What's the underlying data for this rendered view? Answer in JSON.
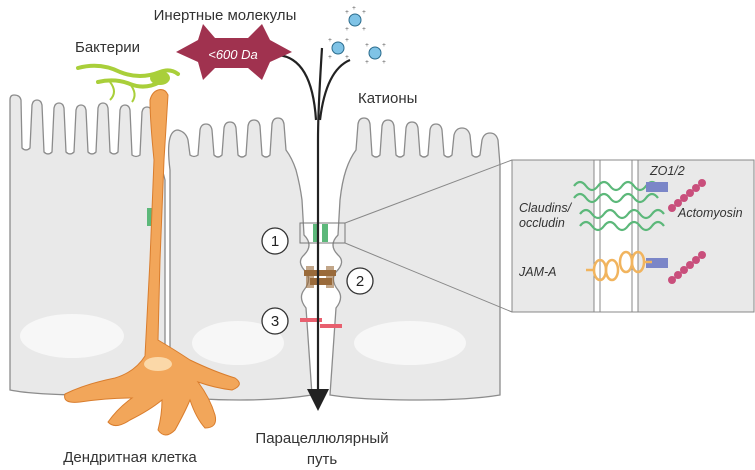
{
  "labels": {
    "inert_molecules": "Инертные молекулы",
    "bacteria": "Бактерии",
    "size_limit": "<600 Da",
    "cations": "Катионы",
    "paracellular_line1": "Парацеллюлярный",
    "paracellular_line2": "путь",
    "dendritic_cell": "Дендритная клетка"
  },
  "markers": [
    "1",
    "2",
    "3"
  ],
  "inset": {
    "zo": "ZO1/2",
    "claudins_line1": "Claudins/",
    "claudins_line2": "occludin",
    "actomyosin": "Actomyosin",
    "jam": "JAM-A"
  },
  "colors": {
    "cell_fill": "#e9e9e9",
    "cell_stroke": "#8c8c8c",
    "nucleus": "#f7f7f7",
    "dendritic": "#f2a65a",
    "dendritic_light": "#fbd8a8",
    "bacteria": "#a9cf3a",
    "molecule_star": "#a0324f",
    "cation": "#7fc3e6",
    "tight_junction": "#5cb87a",
    "adherens_junction": "#9a6a3a",
    "desmosome": "#e8606f",
    "zo_protein": "#7b86c8",
    "actomyosin": "#c94f7c",
    "jam": "#f1b45e"
  }
}
